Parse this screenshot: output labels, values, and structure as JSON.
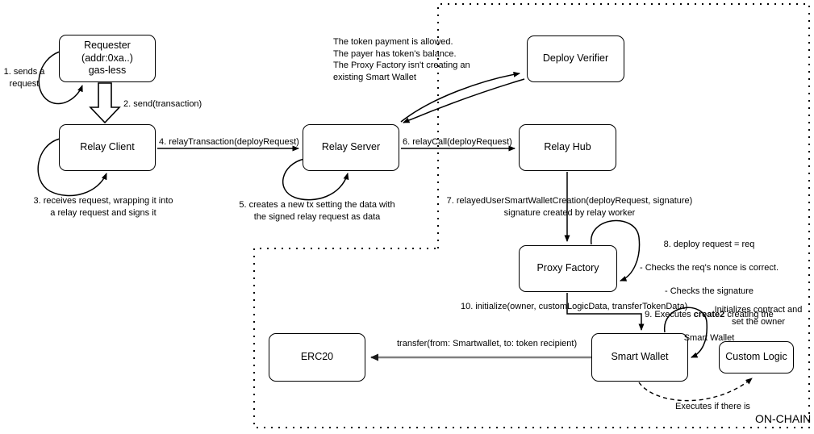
{
  "diagram": {
    "region_label": "ON-CHAIN",
    "nodes": {
      "requester": {
        "label": "Requester\n(addr:0xa..)\ngas-less"
      },
      "relay_client": {
        "label": "Relay Client"
      },
      "relay_server": {
        "label": "Relay Server"
      },
      "deploy_verifier": {
        "label": "Deploy Verifier"
      },
      "relay_hub": {
        "label": "Relay Hub"
      },
      "proxy_factory": {
        "label": "Proxy Factory"
      },
      "smart_wallet": {
        "label": "Smart Wallet"
      },
      "erc20": {
        "label": "ERC20"
      },
      "custom_logic": {
        "label": "Custom Logic"
      }
    },
    "steps": {
      "s1": "1. sends a\nrequest",
      "s2": "2. send(transaction)",
      "s3": "3. receives request, wrapping it into\na relay request and signs it",
      "s4": "4. relayTransaction(deployRequest)",
      "s5": "5. creates a new tx setting the data with\nthe signed relay request as data",
      "s6": "6. relayCall(deployRequest)",
      "s7": "7. relayedUserSmartWalletCreation(deployRequest, signature)\nsignature created by relay worker",
      "s8_line1": "8. deploy request = req",
      "s8_line2": "- Checks the req's nonce is correct.",
      "s8_line3": "- Checks the signature",
      "s9_pre": "9. Executes ",
      "s9_bold": "create2",
      "s9_post": " creating the",
      "s9_line2": "Smart Wallet",
      "s10": "10. initialize(owner, customLogicData, transferTokenData)"
    },
    "notes": {
      "verifier_checks": "The token payment is allowed.\nThe payer has token's balance.\nThe Proxy Factory isn't creating an\nexisting Smart Wallet",
      "initializes": "Initializes contract and\nset the owner",
      "executes_if": "Executes if there is",
      "transfer": "transfer(from: Smartwallet, to: token recipient)"
    },
    "colors": {
      "stroke": "#000000",
      "background": "#ffffff",
      "transfer_arrow": "#808080"
    }
  }
}
